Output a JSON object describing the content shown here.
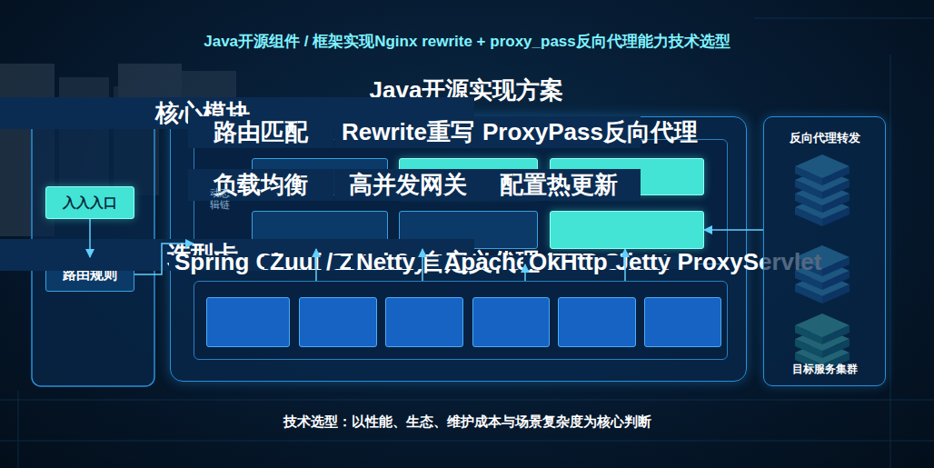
{
  "diagram": {
    "title": "Java开源组件 / 框架实现Nginx rewrite + proxy_pass反向代理能力技术选型",
    "caption": "技术选型：以性能、生态、维护成本与场景复杂度为核心判断",
    "nodes": [
      {
        "text": [
          "入入入口"
        ]
      },
      {
        "text": [
          "路由规则"
        ]
      },
      {
        "text": [
          "Java开源实现方案"
        ]
      },
      {
        "text": [
          "核心模块"
        ],
        "in": 2
      },
      {
        "text": [
          "路由匹配"
        ],
        "in": 3
      },
      {
        "text": [
          "Rewrite重写"
        ],
        "in": 3
      },
      {
        "text": [
          "ProxyPass反向代理"
        ],
        "in": 3
      },
      {
        "text": [
          "负载均衡"
        ],
        "in": 3
      },
      {
        "text": [
          "高并发网关"
        ],
        "in": 3
      },
      {
        "text": [
          "配置热更新"
        ],
        "in": 3
      },
      {
        "text": [
          "选型卡"
        ],
        "in": 2
      },
      {
        "text": [
          "Spring Cloud Gateway"
        ],
        "in": 10
      },
      {
        "text": [
          "Zuul / Zuul 2"
        ],
        "in": 10
      },
      {
        "text": [
          "Netty 自定义代理"
        ],
        "in": 10
      },
      {
        "text": [
          "Apache HTTP Client"
        ],
        "in": 10
      },
      {
        "text": [
          "OkHttp"
        ],
        "in": 10
      },
      {
        "text": [
          "Jetty ProxyServlet"
        ],
        "in": 10
      },
      {
        "text": [
          "反向代理转发",
          "目标服务集群"
        ]
      }
    ],
    "edges": [
      {
        "from": 0,
        "to": 1,
        "arrow": "to"
      },
      {
        "from": 1,
        "to": 3,
        "arrow": "to"
      },
      {
        "from": 10,
        "to": 7,
        "arrow": "to"
      },
      {
        "from": 10,
        "to": 8,
        "arrow": "to"
      },
      {
        "from": 10,
        "to": 3,
        "arrow": "to"
      },
      {
        "from": 10,
        "to": 9,
        "arrow": "to"
      },
      {
        "from": 17,
        "to": 9,
        "arrow": "to"
      }
    ],
    "labels": [
      "动态 辑链"
    ]
  }
}
